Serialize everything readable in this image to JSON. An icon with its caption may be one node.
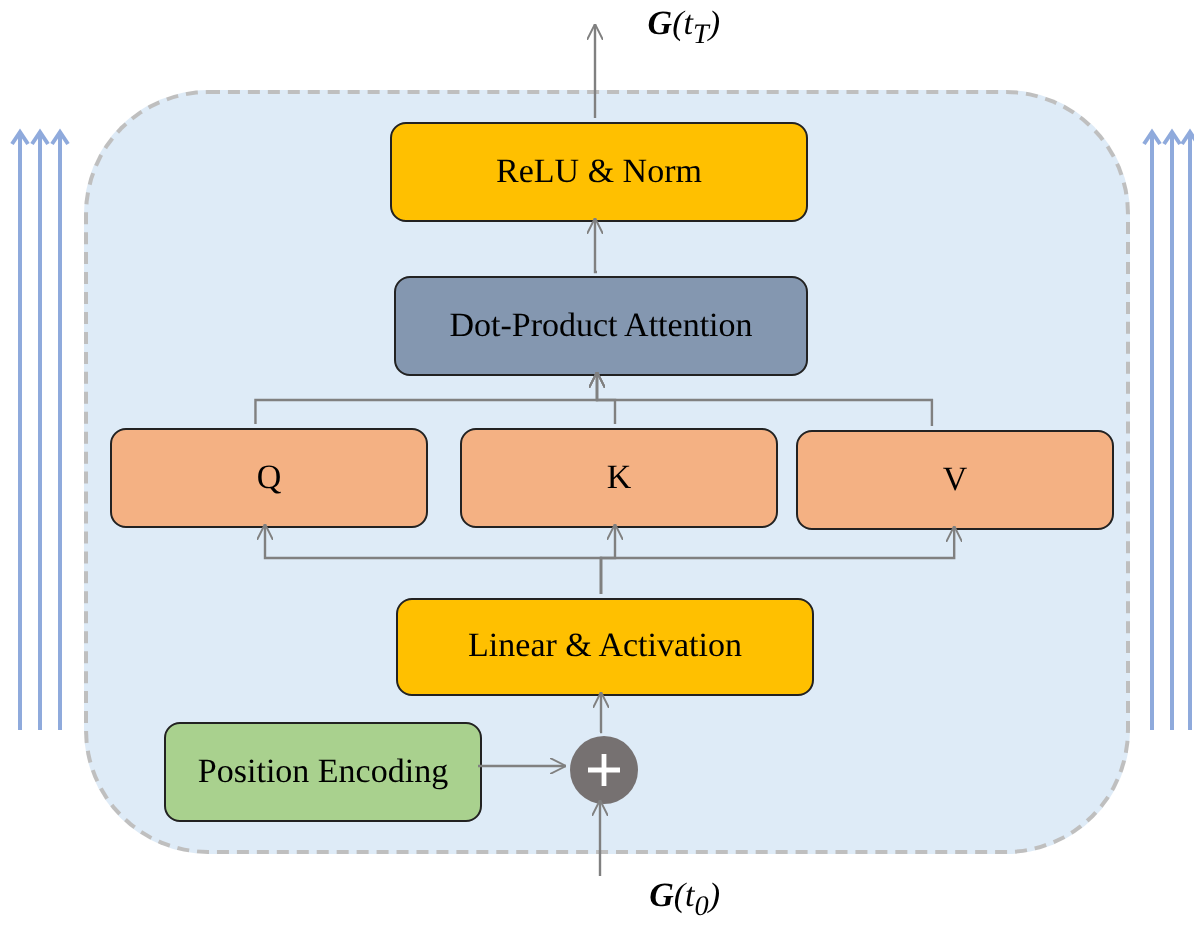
{
  "diagram": {
    "nodes": [
      {
        "text": [],
        "shape": "box"
      },
      {
        "text": [
          "ReLU & Norm"
        ],
        "in": 0
      },
      {
        "text": [
          "Dot-Product Attention"
        ],
        "in": 0
      },
      {
        "text": [
          "Q"
        ],
        "in": 0
      },
      {
        "text": [
          "K"
        ],
        "in": 0
      },
      {
        "text": [
          "V"
        ],
        "in": 0
      },
      {
        "text": [
          "Linear & Activation"
        ],
        "in": 0
      },
      {
        "text": [
          "Position Encoding"
        ],
        "in": 0
      },
      {
        "text": [],
        "shape": "circle",
        "in": 0
      },
      {
        "text": [
          "**G**(t$_{T}$)"
        ]
      },
      {
        "text": [
          "**G**(t$_{0}$)"
        ]
      }
    ],
    "edges": [
      {
        "from": 1,
        "to": 9,
        "arrow": "to"
      },
      {
        "from": 2,
        "to": 1,
        "arrow": "to"
      },
      {
        "from": 3,
        "to": 2,
        "arrow": "to"
      },
      {
        "from": 4,
        "to": 2,
        "arrow": "to"
      },
      {
        "from": 5,
        "to": 2,
        "arrow": "to"
      },
      {
        "from": 6,
        "to": 3,
        "arrow": "to"
      },
      {
        "from": 6,
        "to": 4,
        "arrow": "to"
      },
      {
        "from": 6,
        "to": 5,
        "arrow": "to"
      },
      {
        "from": 8,
        "to": 6,
        "arrow": "to"
      },
      {
        "from": 7,
        "to": 8,
        "arrow": "to"
      },
      {
        "from": 10,
        "to": 8,
        "arrow": "to"
      }
    ]
  }
}
